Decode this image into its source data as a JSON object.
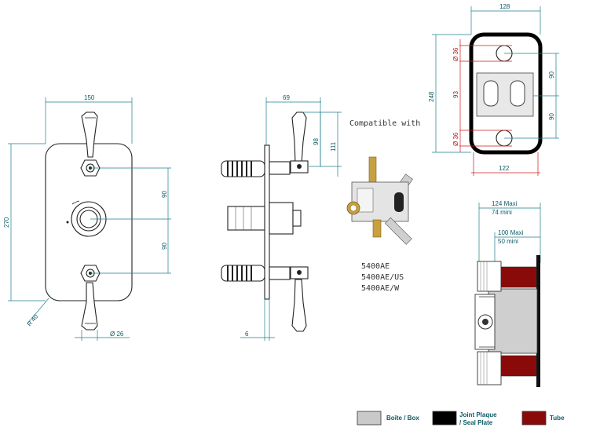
{
  "front_view": {
    "width": "150",
    "height": "270",
    "spacing_upper": "90",
    "spacing_lower": "90",
    "radius": "R 40",
    "diameter": "Ø 26"
  },
  "side_view": {
    "depth": "69",
    "height_a": "98",
    "height_b": "111",
    "plate": "6"
  },
  "compat": {
    "title": "Compatible with",
    "models": [
      "5400AE",
      "5400AE/US",
      "5400AE/W"
    ]
  },
  "seal_plate": {
    "width_top": "128",
    "width_bottom": "122",
    "height": "248",
    "hole_top": "Ø 36",
    "hole_bottom": "Ø 36",
    "center": "93",
    "right_upper": "90",
    "right_lower": "90"
  },
  "box_view": {
    "outer_max": "124 Maxi",
    "outer_min": "74 mini",
    "inner_max": "100 Maxi",
    "inner_min": "50 mini"
  },
  "legend": [
    {
      "label": "Boîte / Box",
      "color": "#c9c9c9"
    },
    {
      "label": "Joint Plaque / Seal Plate",
      "color": "#000000"
    },
    {
      "label": "Tube",
      "color": "#8a0a0a"
    }
  ]
}
